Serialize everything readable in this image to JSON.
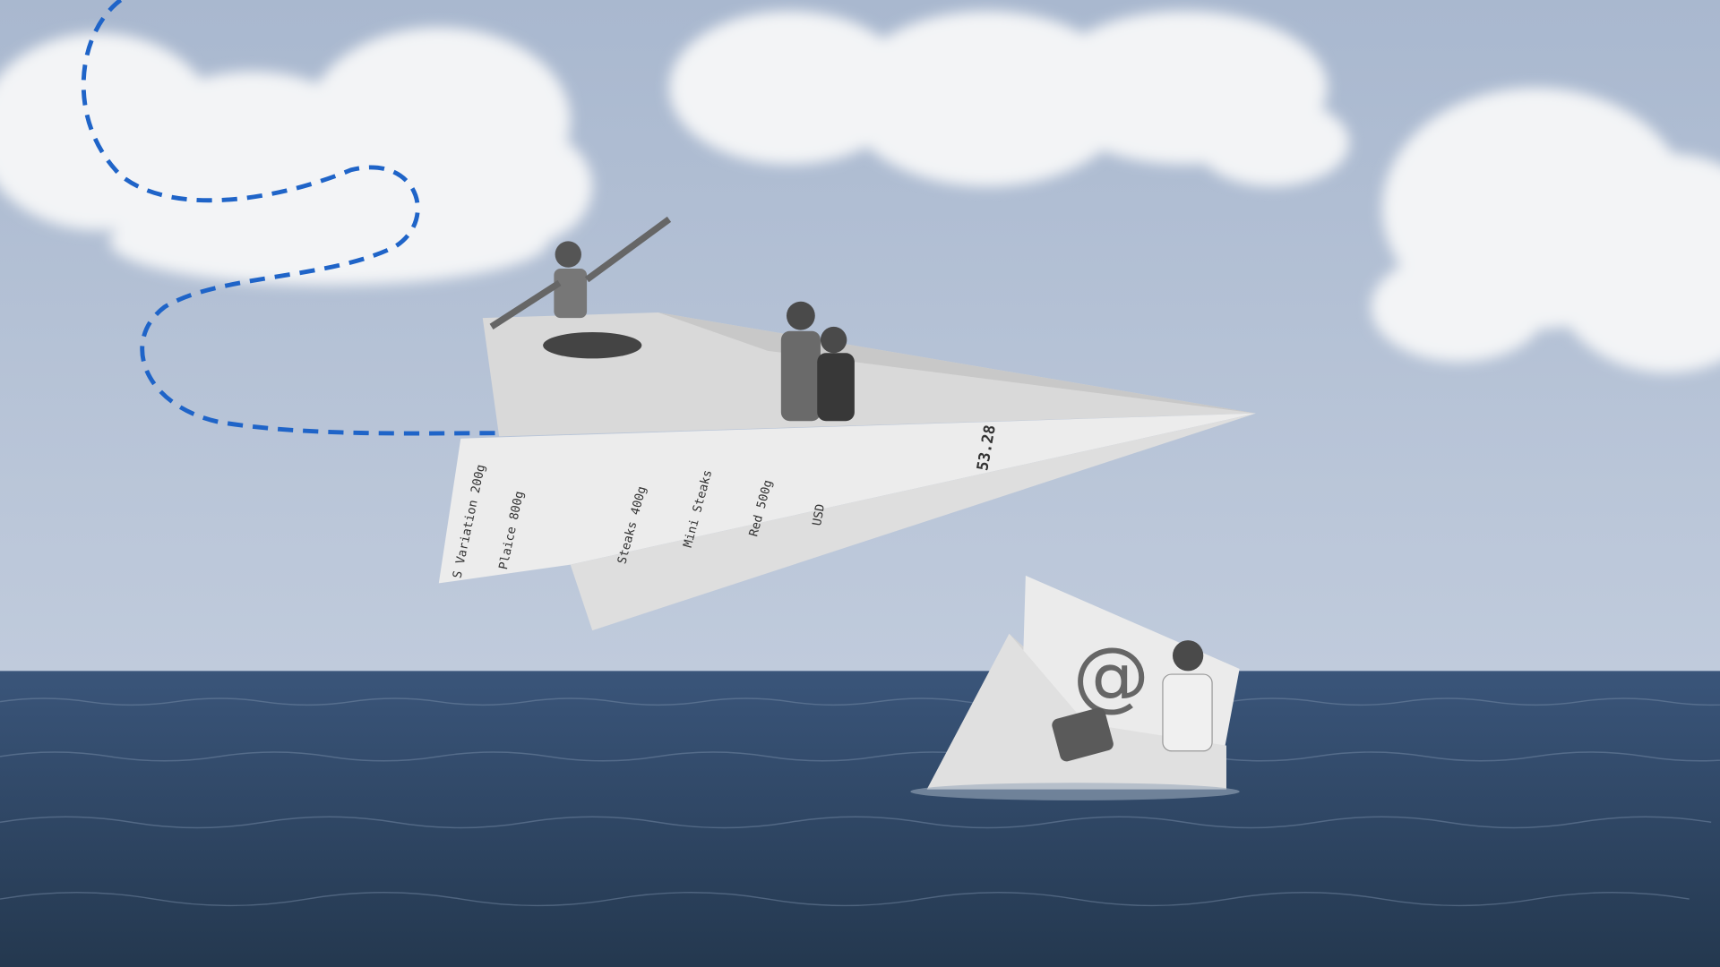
{
  "scene": {
    "description_tag": "paper-plane-collage",
    "colors": {
      "sky": "#b4c1d6",
      "sea": "#2e4868",
      "dashed_path": "#1f64c8",
      "paper": "#e6e6e6"
    },
    "receipt_text": [
      "S Variation 200g",
      "Plaice 800g",
      "Steaks 400g",
      "Mini Steaks",
      "Red 500g",
      "53.28",
      "USD"
    ],
    "envelope_symbol": "@"
  }
}
